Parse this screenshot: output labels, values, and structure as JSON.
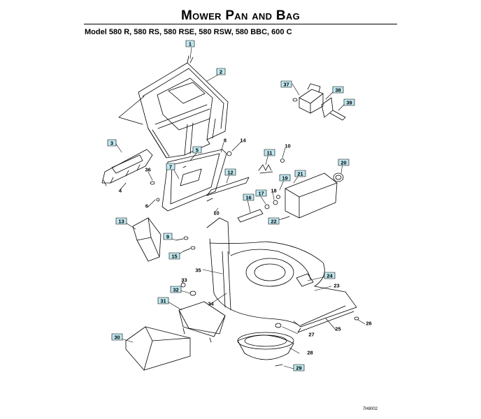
{
  "title": "Mower Pan and Bag",
  "subtitle": "Model 580 R, 580 RS, 580 RSE, 580 RSW, 580 BBC, 600 C",
  "drawing_code": "7H8002",
  "callout_fill": "#bfe8f0",
  "callouts": [
    "1",
    "2",
    "37",
    "38",
    "39",
    "3",
    "36",
    "4",
    "6",
    "5",
    "7",
    "8",
    "14",
    "12",
    "10",
    "11",
    "10",
    "19",
    "21",
    "20",
    "13",
    "9",
    "15",
    "16",
    "17",
    "18",
    "22",
    "35",
    "24",
    "23",
    "33",
    "32",
    "34",
    "31",
    "25",
    "26",
    "27",
    "30",
    "28",
    "29"
  ]
}
